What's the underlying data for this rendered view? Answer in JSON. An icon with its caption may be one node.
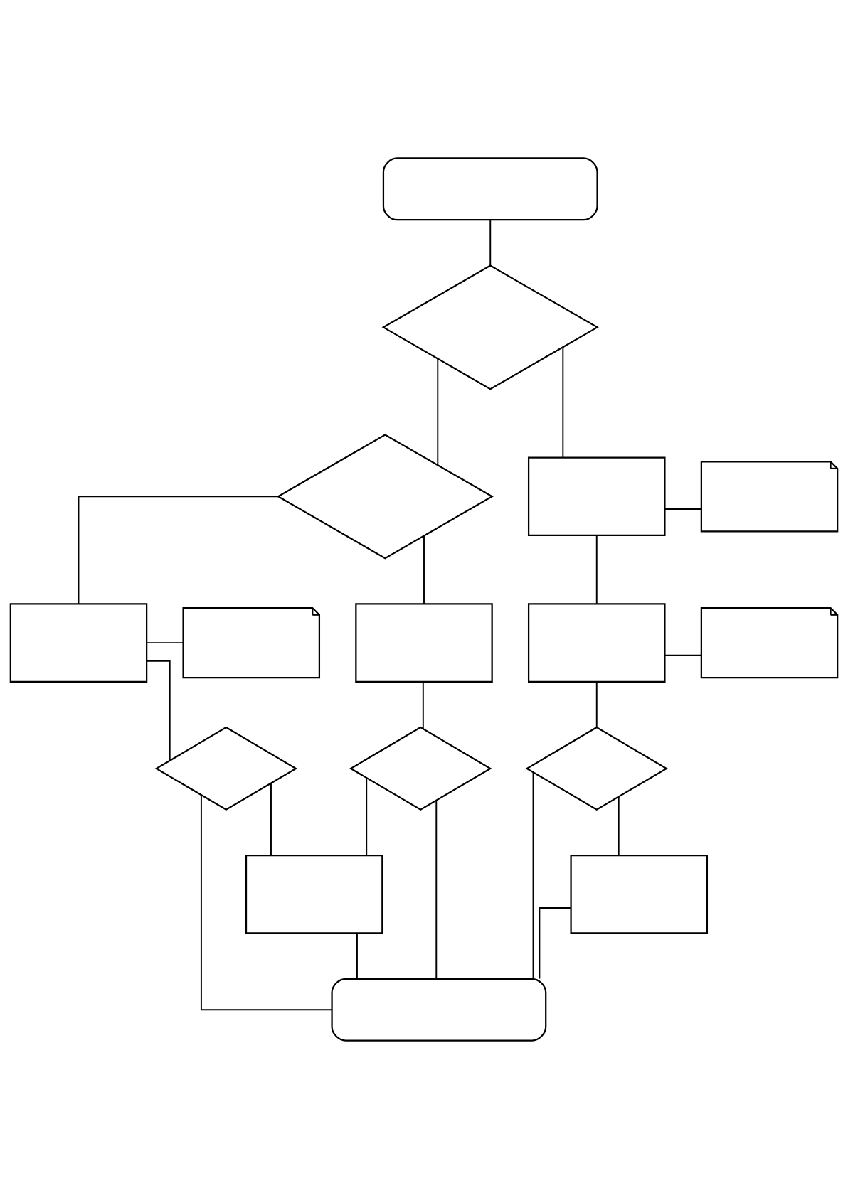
{
  "diagram": {
    "nodes": [
      {
        "text": [],
        "shape": "stadium"
      },
      {
        "text": [],
        "shape": "diamond"
      },
      {
        "text": [],
        "shape": "diamond"
      },
      {
        "text": [],
        "shape": "box"
      },
      {
        "text": [],
        "shape": "document"
      },
      {
        "text": [],
        "shape": "box"
      },
      {
        "text": [],
        "shape": "document"
      },
      {
        "text": [],
        "shape": "box"
      },
      {
        "text": [],
        "shape": "box"
      },
      {
        "text": [],
        "shape": "document"
      },
      {
        "text": [],
        "shape": "diamond"
      },
      {
        "text": [],
        "shape": "diamond"
      },
      {
        "text": [],
        "shape": "diamond"
      },
      {
        "text": [],
        "shape": "box"
      },
      {
        "text": [],
        "shape": "box"
      },
      {
        "text": [],
        "shape": "stadium"
      }
    ],
    "edges": [
      {
        "from": 0,
        "to": 1,
        "arrow": "none"
      },
      {
        "from": 1,
        "to": 2,
        "arrow": "none"
      },
      {
        "from": 1,
        "to": 3,
        "arrow": "none"
      },
      {
        "from": 3,
        "to": 4,
        "arrow": "none"
      },
      {
        "from": 3,
        "to": 8,
        "arrow": "none"
      },
      {
        "from": 2,
        "to": 5,
        "arrow": "none"
      },
      {
        "from": 2,
        "to": 7,
        "arrow": "none"
      },
      {
        "from": 5,
        "to": 6,
        "arrow": "none"
      },
      {
        "from": 8,
        "to": 9,
        "arrow": "none"
      },
      {
        "from": 5,
        "to": 10,
        "arrow": "none"
      },
      {
        "from": 7,
        "to": 11,
        "arrow": "none"
      },
      {
        "from": 8,
        "to": 12,
        "arrow": "none"
      },
      {
        "from": 10,
        "to": 13,
        "arrow": "none"
      },
      {
        "from": 11,
        "to": 13,
        "arrow": "none"
      },
      {
        "from": 12,
        "to": 14,
        "arrow": "none"
      },
      {
        "from": 10,
        "to": 15,
        "arrow": "none"
      },
      {
        "from": 13,
        "to": 15,
        "arrow": "none"
      },
      {
        "from": 11,
        "to": 15,
        "arrow": "none"
      },
      {
        "from": 12,
        "to": 15,
        "arrow": "none"
      },
      {
        "from": 14,
        "to": 15,
        "arrow": "none"
      }
    ]
  }
}
